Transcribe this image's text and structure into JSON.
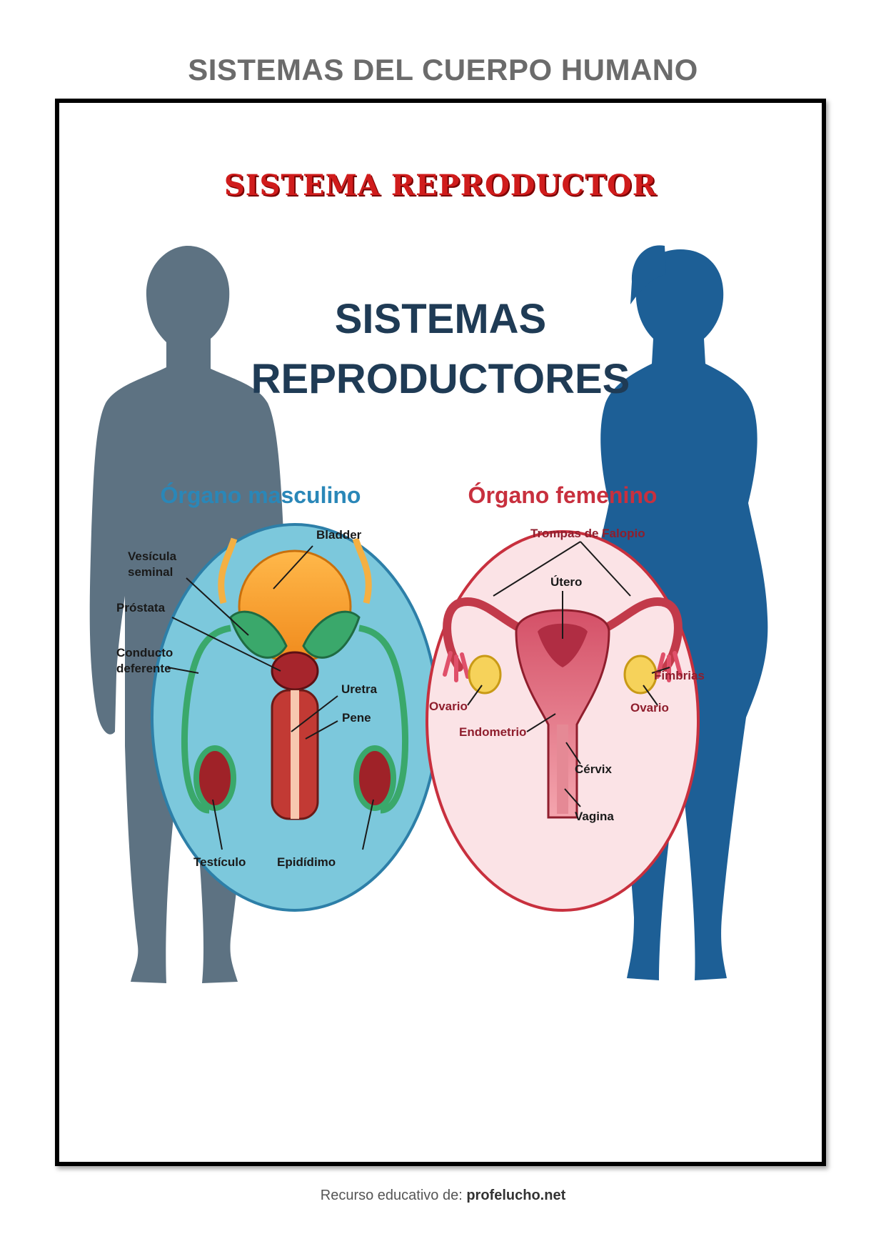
{
  "header": {
    "title": "SISTEMAS DEL CUERPO HUMANO"
  },
  "sheet": {
    "title": "SISTEMA REPRODUCTOR"
  },
  "poster": {
    "title_line1": "SISTEMAS",
    "title_line2": "REPRODUCTORES",
    "male": {
      "heading": "Órgano masculino",
      "labels": {
        "bladder": "Bladder",
        "vesicula1": "Vesícula",
        "vesicula2": "seminal",
        "prostata": "Próstata",
        "conducto1": "Conducto",
        "conducto2": "deferente",
        "uretra": "Uretra",
        "pene": "Pene",
        "testiculo": "Testículo",
        "epididimo": "Epidídimo"
      }
    },
    "female": {
      "heading": "Órgano femenino",
      "labels": {
        "trompas": "Trompas de Falopio",
        "utero": "Útero",
        "fimbrias": "Fimbrias",
        "ovario_left": "Ovario",
        "ovario_right": "Ovario",
        "endometrio": "Endometrio",
        "cervix": "Cérvix",
        "vagina": "Vagina"
      }
    }
  },
  "footer": {
    "prefix": "Recurso educativo de:",
    "site": "profelucho.net"
  },
  "colors": {
    "male_silhouette": "#5d7282",
    "female_silhouette": "#1d5f96",
    "male_circle": "#7cc8dc",
    "female_circle": "#fbe3e6",
    "poster_title": "#1f3b55"
  }
}
